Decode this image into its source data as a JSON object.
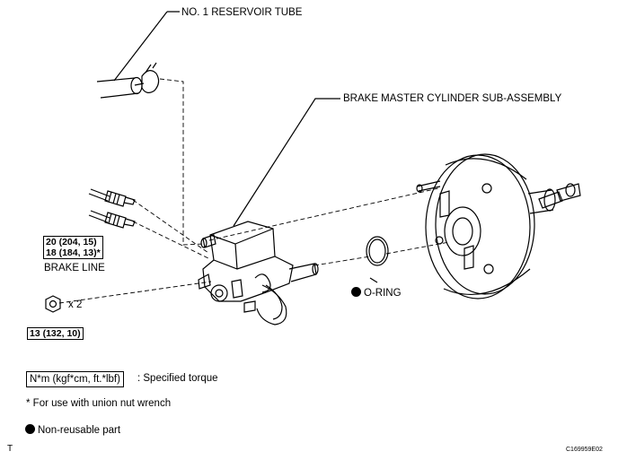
{
  "labels": {
    "reservoir_tube": "NO. 1 RESERVOIR TUBE",
    "master_cylinder": "BRAKE MASTER CYLINDER SUB-ASSEMBLY",
    "brake_line": "BRAKE LINE",
    "o_ring": "O-RING",
    "qty_x2": "x 2"
  },
  "torque": {
    "brake_line_1": "20 (204, 15)",
    "brake_line_2": "18 (184, 13)*",
    "nut": "13 (132, 10)"
  },
  "legend": {
    "torque_unit": "N*m (kgf*cm, ft.*lbf)",
    "torque_desc": ": Specified torque",
    "union_note": "* For use with union nut wrench",
    "nonreusable": "Non-reusable part"
  },
  "footer": {
    "left_mark": "T",
    "code": "C169959E02"
  }
}
